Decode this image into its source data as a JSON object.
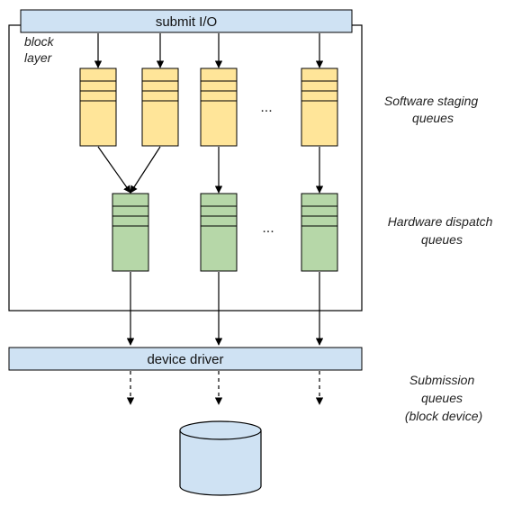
{
  "submit_label": "submit I/O",
  "block_layer_label": [
    "block",
    "layer"
  ],
  "software_label": [
    "Software staging",
    "queues"
  ],
  "hardware_label": [
    "Hardware dispatch",
    "queues"
  ],
  "driver_label": "device driver",
  "submission_label": [
    "Submission",
    "queues",
    "(block device)"
  ],
  "ellipsis": "...",
  "colors": {
    "bar_fill": "#cfe2f3",
    "staging_queue_fill": "#ffe599",
    "dispatch_queue_fill": "#b6d7a8",
    "device_fill": "#cfe2f3",
    "stroke": "#000000"
  }
}
